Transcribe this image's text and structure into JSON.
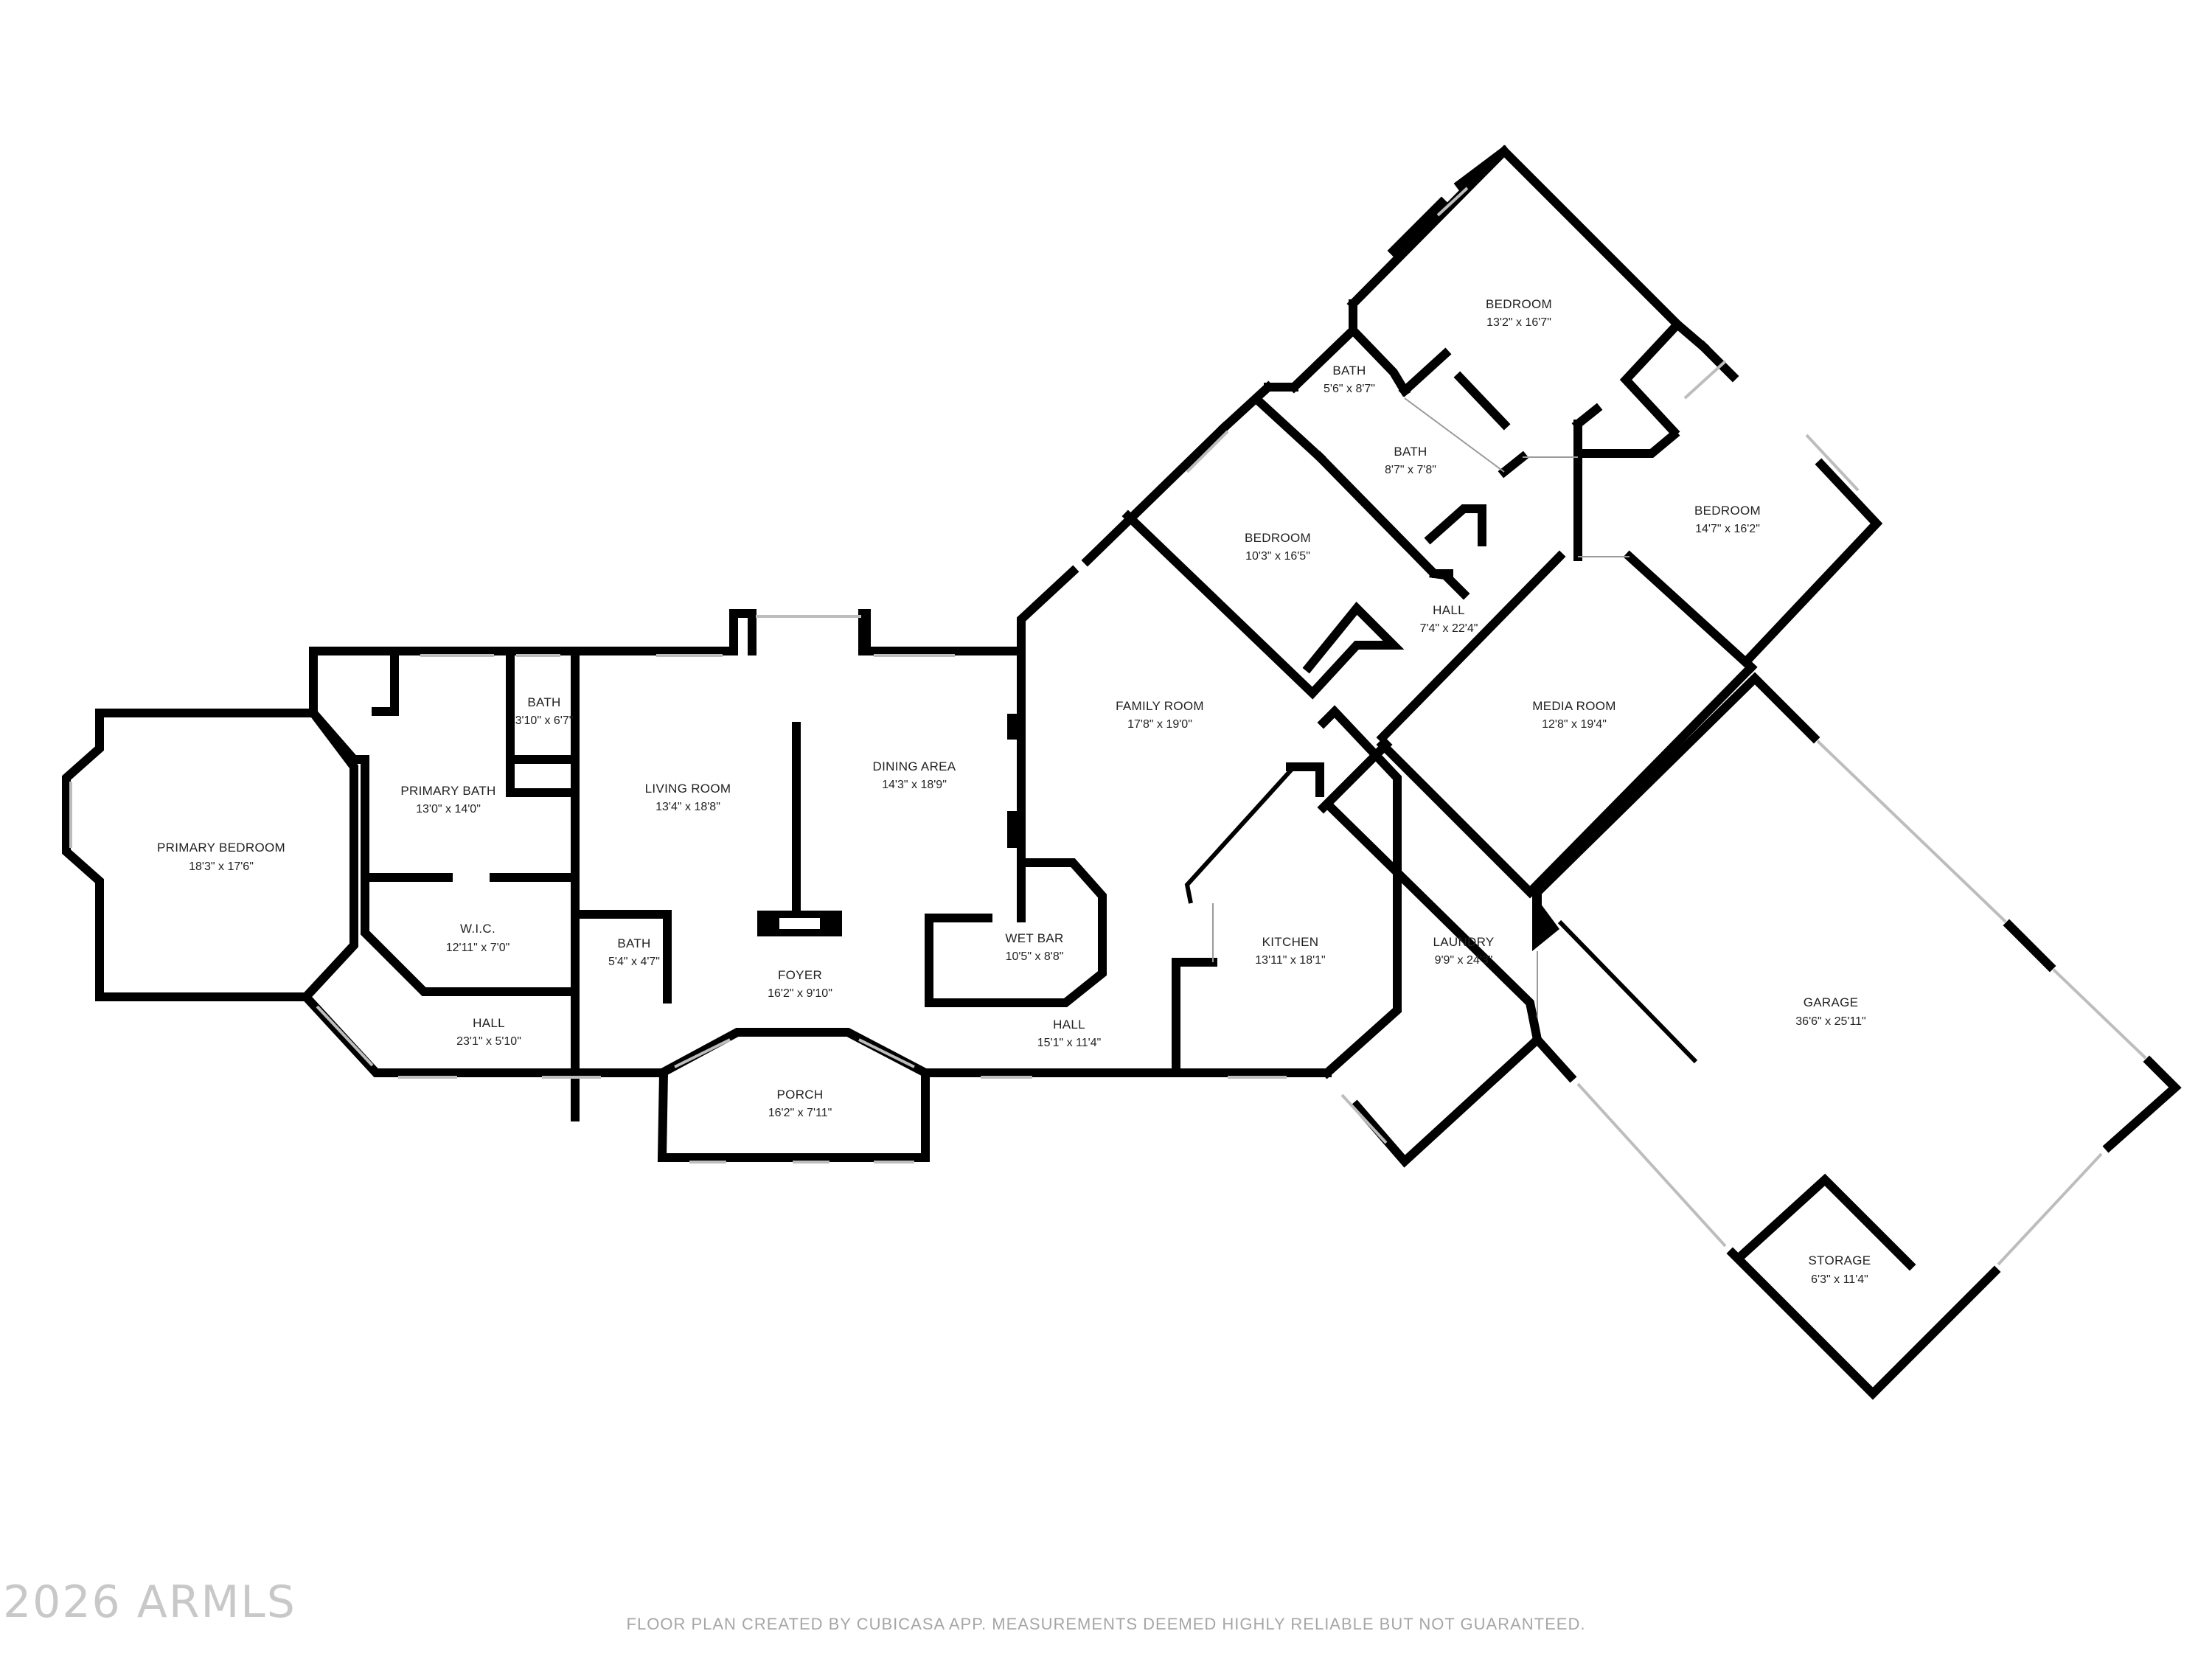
{
  "rooms": [
    {
      "id": "primary-bedroom",
      "name": "PRIMARY BEDROOM",
      "dim": "18'3\" x 17'6\""
    },
    {
      "id": "primary-bath",
      "name": "PRIMARY BATH",
      "dim": "13'0\" x 14'0\""
    },
    {
      "id": "bath-1",
      "name": "BATH",
      "dim": "3'10\" x 6'7\""
    },
    {
      "id": "wic",
      "name": "W.I.C.",
      "dim": "12'11\" x 7'0\""
    },
    {
      "id": "bath-2",
      "name": "BATH",
      "dim": "5'4\" x 4'7\""
    },
    {
      "id": "living-room",
      "name": "LIVING ROOM",
      "dim": "13'4\" x 18'8\""
    },
    {
      "id": "dining-area",
      "name": "DINING AREA",
      "dim": "14'3\" x 18'9\""
    },
    {
      "id": "foyer",
      "name": "FOYER",
      "dim": "16'2\" x 9'10\""
    },
    {
      "id": "wet-bar",
      "name": "WET BAR",
      "dim": "10'5\" x 8'8\""
    },
    {
      "id": "hall-1",
      "name": "HALL",
      "dim": "23'1\" x 5'10\""
    },
    {
      "id": "porch",
      "name": "PORCH",
      "dim": "16'2\" x 7'11\""
    },
    {
      "id": "hall-2",
      "name": "HALL",
      "dim": "15'1\" x 11'4\""
    },
    {
      "id": "family-room",
      "name": "FAMILY ROOM",
      "dim": "17'8\" x 19'0\""
    },
    {
      "id": "kitchen",
      "name": "KITCHEN",
      "dim": "13'11\" x 18'1\""
    },
    {
      "id": "laundry",
      "name": "LAUNDRY",
      "dim": "9'9\" x 24'3\""
    },
    {
      "id": "bedroom-1",
      "name": "BEDROOM",
      "dim": "10'3\" x 16'5\""
    },
    {
      "id": "bath-3",
      "name": "BATH",
      "dim": "5'6\" x 8'7\""
    },
    {
      "id": "bath-4",
      "name": "BATH",
      "dim": "8'7\" x 7'8\""
    },
    {
      "id": "bedroom-2",
      "name": "BEDROOM",
      "dim": "13'2\" x 16'7\""
    },
    {
      "id": "bedroom-3",
      "name": "BEDROOM",
      "dim": "14'7\" x 16'2\""
    },
    {
      "id": "hall-3",
      "name": "HALL",
      "dim": "7'4\" x 22'4\""
    },
    {
      "id": "media-room",
      "name": "MEDIA ROOM",
      "dim": "12'8\" x 19'4\""
    },
    {
      "id": "garage",
      "name": "GARAGE",
      "dim": "36'6\" x 25'11\""
    },
    {
      "id": "storage",
      "name": "STORAGE",
      "dim": "6'3\" x 11'4\""
    }
  ],
  "watermark": "2026 ARMLS",
  "disclaimer": "FLOOR PLAN CREATED BY CUBICASA APP. MEASUREMENTS DEEMED HIGHLY RELIABLE BUT NOT GUARANTEED."
}
